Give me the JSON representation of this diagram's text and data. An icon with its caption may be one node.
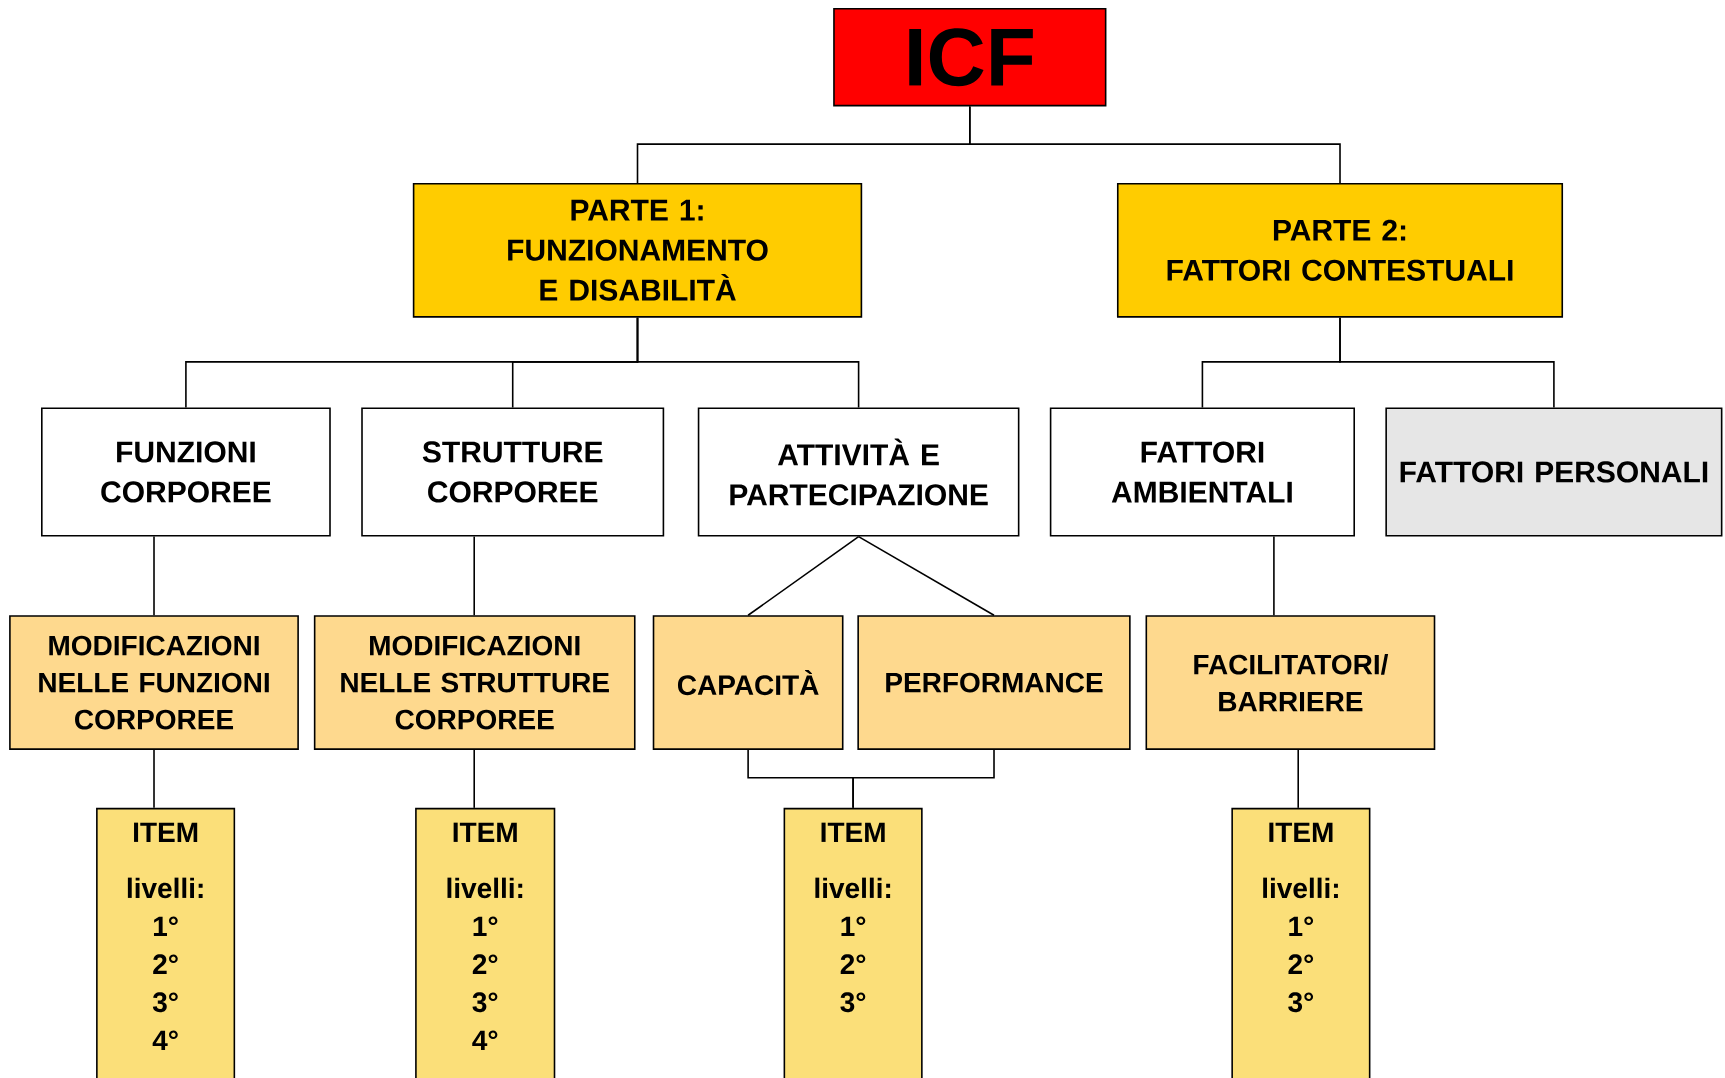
{
  "diagram": {
    "nodes": [
      {
        "text": [
          "ICF"
        ]
      },
      {
        "text": [
          "PARTE 1:",
          "FUNZIONAMENTO E DISABILITÀ"
        ]
      },
      {
        "text": [
          "PARTE 2:",
          "FATTORI CONTESTUALI"
        ]
      },
      {
        "text": [
          "FUNZIONI CORPOREE"
        ]
      },
      {
        "text": [
          "STRUTTURE CORPOREE"
        ]
      },
      {
        "text": [
          "ATTIVITÀ E PARTECIPAZIONE"
        ]
      },
      {
        "text": [
          "FATTORI AMBIENTALI"
        ]
      },
      {
        "text": [
          "FATTORI PERSONALI"
        ]
      },
      {
        "text": [
          "MODIFICAZIONI NELLE FUNZIONI CORPOREE"
        ]
      },
      {
        "text": [
          "MODIFICAZIONI NELLE STRUTTURE CORPOREE"
        ]
      },
      {
        "text": [
          "CAPACITÀ"
        ]
      },
      {
        "text": [
          "PERFORMANCE"
        ]
      },
      {
        "text": [
          "FACILITATORI/ BARRIERE"
        ]
      },
      {
        "text": [
          "ITEM",
          "livelli:",
          "1°",
          "2°",
          "3°",
          "4°"
        ]
      },
      {
        "text": [
          "ITEM",
          "livelli:",
          "1°",
          "2°",
          "3°",
          "4°"
        ]
      },
      {
        "text": [
          "ITEM",
          "livelli:",
          "1°",
          "2°",
          "3°"
        ]
      },
      {
        "text": [
          "ITEM",
          "livelli:",
          "1°",
          "2°",
          "3°"
        ]
      }
    ],
    "edges": [
      {
        "from": 0,
        "to": 1,
        "arrow": "none"
      },
      {
        "from": 0,
        "to": 2,
        "arrow": "none"
      },
      {
        "from": 1,
        "to": 3,
        "arrow": "none"
      },
      {
        "from": 1,
        "to": 4,
        "arrow": "none"
      },
      {
        "from": 1,
        "to": 5,
        "arrow": "none"
      },
      {
        "from": 2,
        "to": 6,
        "arrow": "none"
      },
      {
        "from": 2,
        "to": 7,
        "arrow": "none"
      },
      {
        "from": 3,
        "to": 8,
        "arrow": "none"
      },
      {
        "from": 4,
        "to": 9,
        "arrow": "none"
      },
      {
        "from": 5,
        "to": 10,
        "arrow": "none"
      },
      {
        "from": 5,
        "to": 11,
        "arrow": "none"
      },
      {
        "from": 6,
        "to": 12,
        "arrow": "none"
      },
      {
        "from": 8,
        "to": 13,
        "arrow": "none"
      },
      {
        "from": 9,
        "to": 14,
        "arrow": "none"
      },
      {
        "from": 10,
        "to": 15,
        "arrow": "none"
      },
      {
        "from": 11,
        "to": 15,
        "arrow": "none"
      },
      {
        "from": 12,
        "to": 16,
        "arrow": "none"
      }
    ]
  }
}
